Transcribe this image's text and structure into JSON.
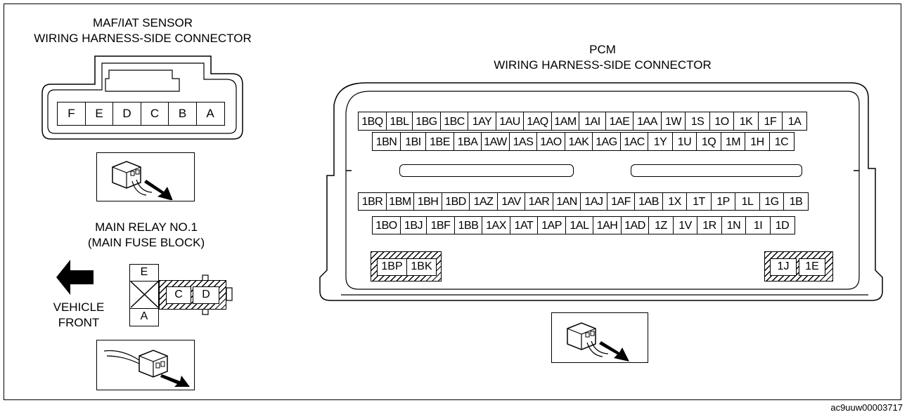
{
  "maf_iat": {
    "title_line1": "MAF/IAT SENSOR",
    "title_line2": "WIRING HARNESS-SIDE CONNECTOR",
    "pins": [
      "F",
      "E",
      "D",
      "C",
      "B",
      "A"
    ]
  },
  "main_relay": {
    "title_line1": "MAIN RELAY NO.1",
    "title_line2": "(MAIN FUSE BLOCK)",
    "pin_top": "E",
    "pin_bottom": "A",
    "pins_right": [
      "C",
      "D"
    ],
    "vehicle_front_line1": "VEHICLE",
    "vehicle_front_line2": "FRONT"
  },
  "pcm": {
    "title_line1": "PCM",
    "title_line2": "WIRING HARNESS-SIDE CONNECTOR",
    "row1": [
      "1BQ",
      "1BL",
      "1BG",
      "1BC",
      "1AY",
      "1AU",
      "1AQ",
      "1AM",
      "1AI",
      "1AE",
      "1AA",
      "1W",
      "1S",
      "1O",
      "1K",
      "1F",
      "1A"
    ],
    "row2": [
      "1BN",
      "1BI",
      "1BE",
      "1BA",
      "1AW",
      "1AS",
      "1AO",
      "1AK",
      "1AG",
      "1AC",
      "1Y",
      "1U",
      "1Q",
      "1M",
      "1H",
      "1C"
    ],
    "row3": [
      "1BR",
      "1BM",
      "1BH",
      "1BD",
      "1AZ",
      "1AV",
      "1AR",
      "1AN",
      "1AJ",
      "1AF",
      "1AB",
      "1X",
      "1T",
      "1P",
      "1L",
      "1G",
      "1B"
    ],
    "row4": [
      "1BO",
      "1BJ",
      "1BF",
      "1BB",
      "1AX",
      "1AT",
      "1AP",
      "1AL",
      "1AH",
      "1AD",
      "1Z",
      "1V",
      "1R",
      "1N",
      "1I",
      "1D"
    ],
    "left_block": [
      "1BP",
      "1BK"
    ],
    "right_block": [
      "1J",
      "1E"
    ]
  },
  "figure_id": "ac9uuw00003717"
}
